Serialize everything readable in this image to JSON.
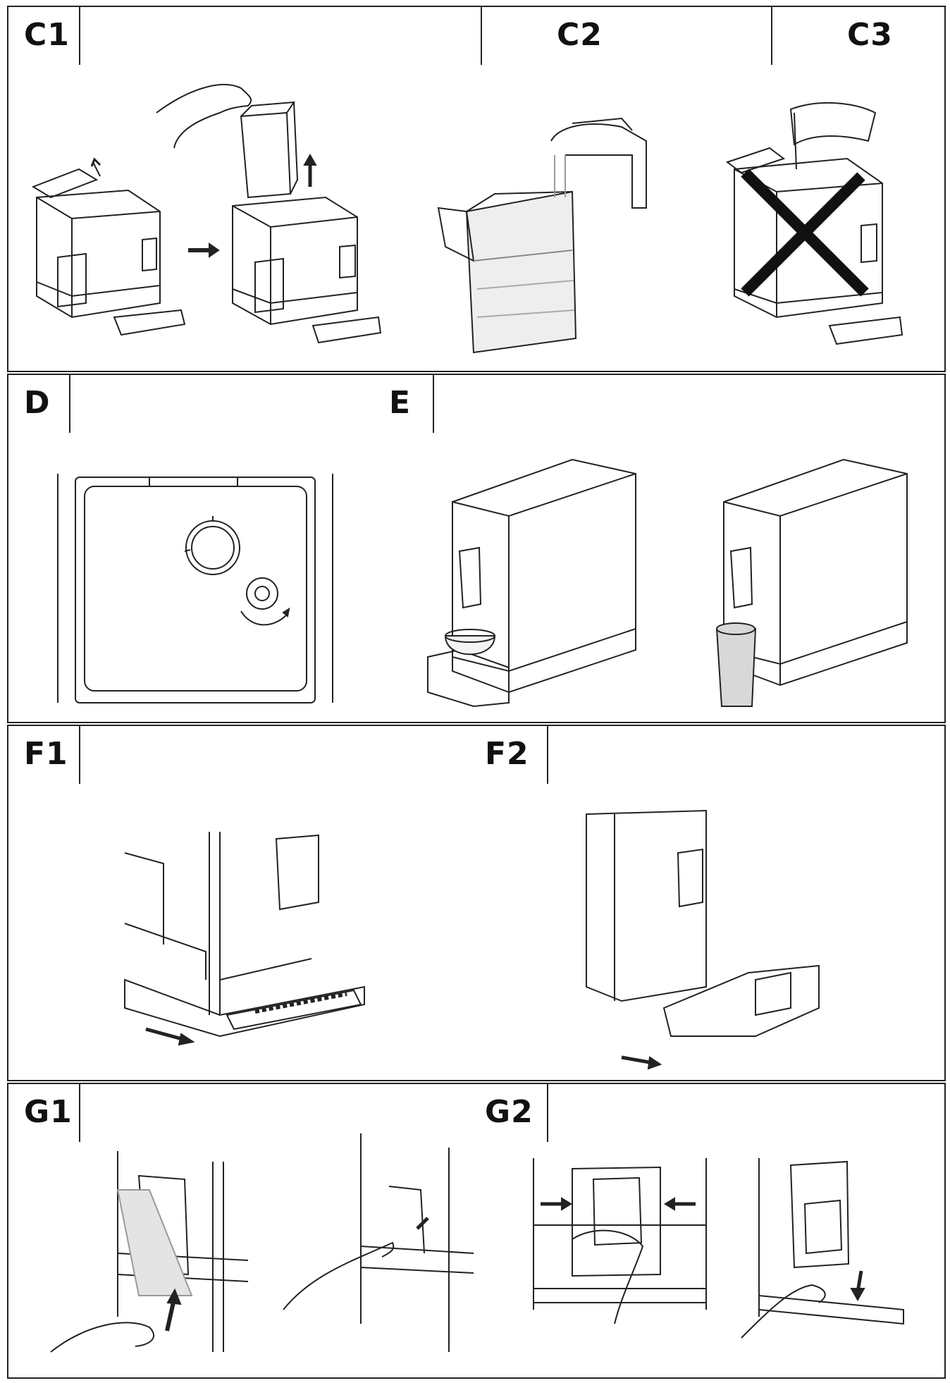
{
  "figures": {
    "C1": "C1",
    "C2": "C2",
    "C3": "C3",
    "D": "D",
    "E": "E",
    "F1": "F1",
    "F2": "F2",
    "G1": "G1",
    "G2": "G2"
  },
  "colors": {
    "line": "#222222",
    "water": "#e6e6e6",
    "cup": "#d8d8d8",
    "cross": "#111111"
  }
}
